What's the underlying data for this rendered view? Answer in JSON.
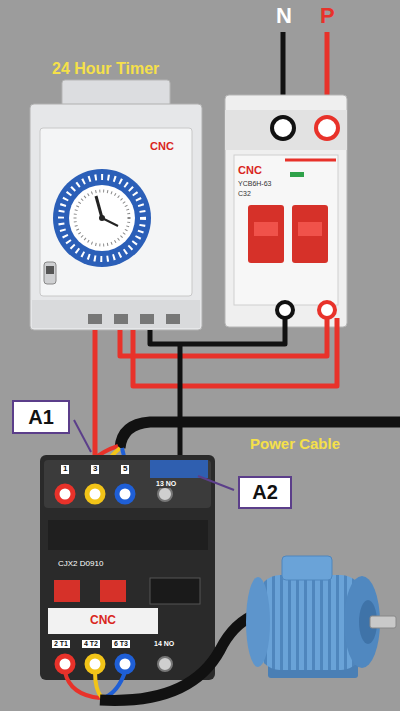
{
  "diagram": {
    "nodes": [
      {
        "text": [
          "A1"
        ]
      },
      {
        "text": [
          "A2"
        ]
      }
    ],
    "labels": [
      "N",
      "P",
      "24 Hour Timer",
      "CNC",
      "CNC",
      "YCB6H-63",
      "C32",
      "Power Cable",
      "1",
      "3",
      "5",
      "13 NO",
      "CJX2 D0910",
      "CNC",
      "2 T1",
      "4 T2",
      "6 T3",
      "14 NO"
    ]
  }
}
